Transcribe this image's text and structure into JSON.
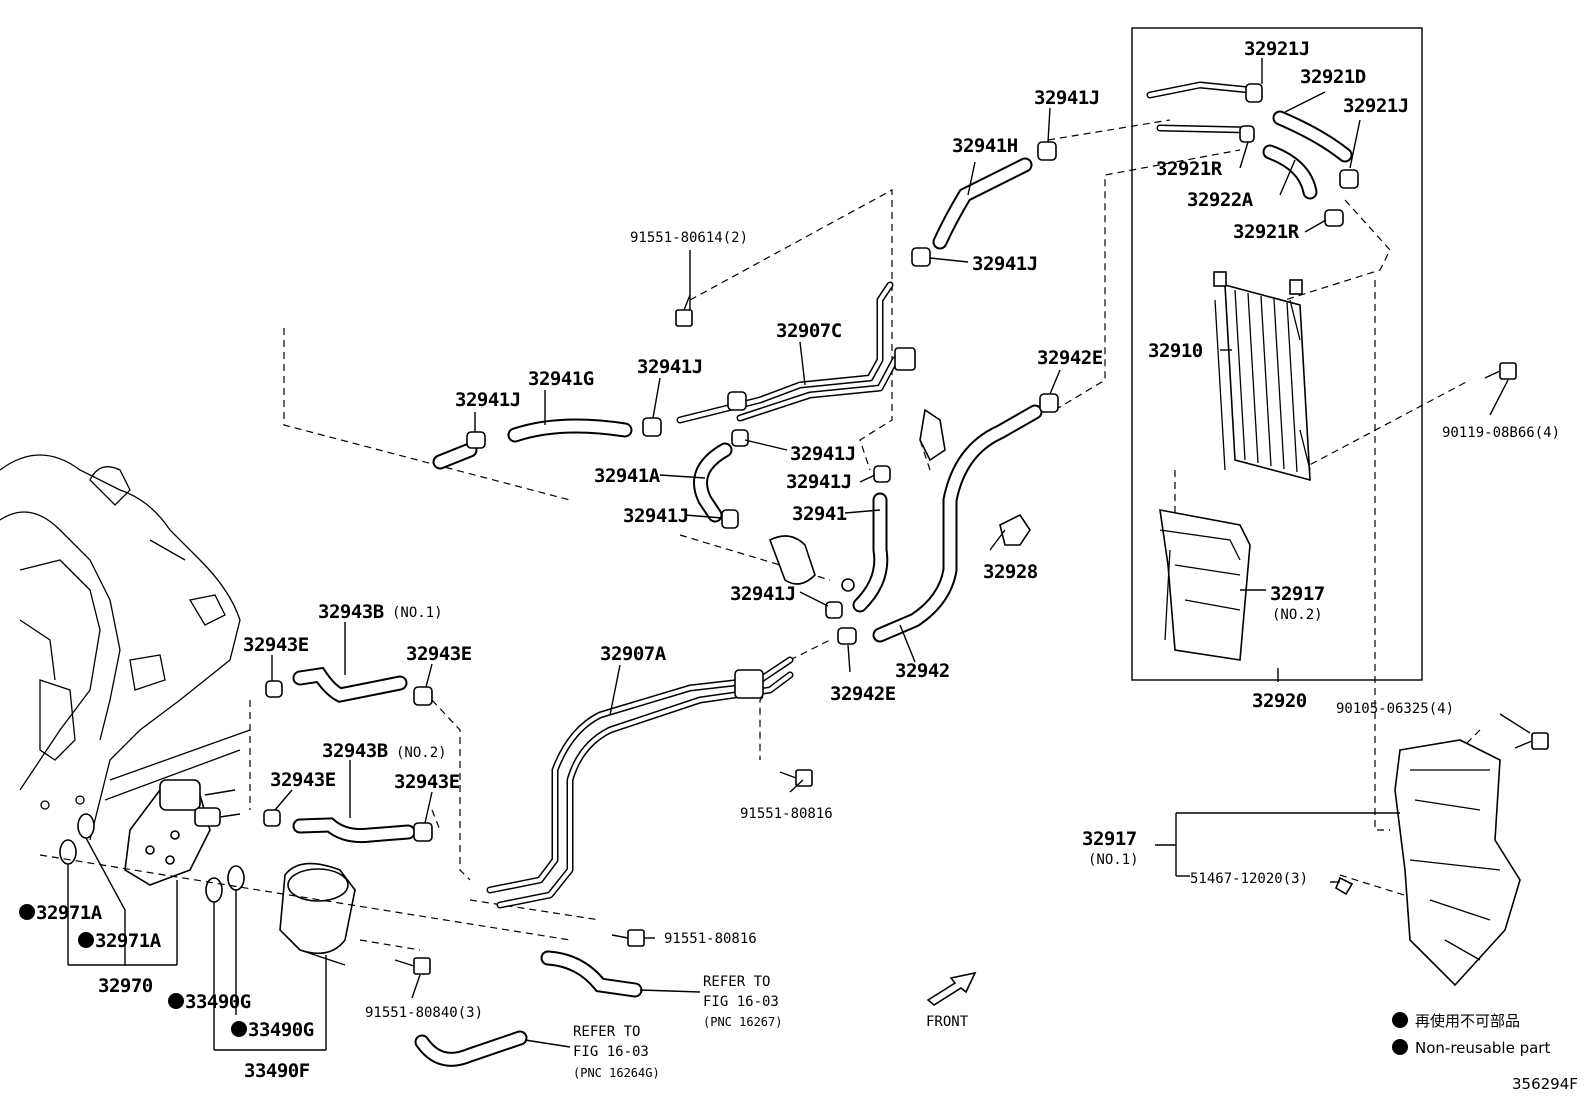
{
  "labels": {
    "p32921J_a": "32921J",
    "p32921D": "32921D",
    "p32921J_b": "32921J",
    "p32921R_a": "32921R",
    "p32922A": "32922A",
    "p32921R_b": "32921R",
    "p32941J_top": "32941J",
    "p32941H": "32941H",
    "p32941J_mid": "32941J",
    "bolt_91551_80614": "91551-80614(2)",
    "p32907C": "32907C",
    "p32941J_c": "32941J",
    "p32941G": "32941G",
    "p32941J_d": "32941J",
    "p32942E_top": "32942E",
    "p32910": "32910",
    "bolt_90119": "90119-08B66(4)",
    "p32941J_e": "32941J",
    "p32941A": "32941A",
    "p32941J_f": "32941J",
    "p32941J_g": "32941J",
    "p32941": "32941",
    "p32928": "32928",
    "p32917_no2": "32917",
    "p32917_no2_sub": "(NO.2)",
    "p32941J_h": "32941J",
    "p32943B_no1": "32943B",
    "p32943B_no1_sub": "(NO.1)",
    "p32943E_a": "32943E",
    "p32943E_b": "32943E",
    "p32907A": "32907A",
    "p32942": "32942",
    "p32942E_bot": "32942E",
    "p32920": "32920",
    "bolt_90105": "90105-06325(4)",
    "p32943B_no2": "32943B",
    "p32943B_no2_sub": "(NO.2)",
    "p32943E_c": "32943E",
    "p32943E_d": "32943E",
    "bolt_91551_80816_a": "91551-80816",
    "p32917_no1": "32917",
    "p32917_no1_sub": "(NO.1)",
    "clip_51467": "51467-12020(3)",
    "p32971A_a": "32971A",
    "p32971A_b": "32971A",
    "bolt_91551_80816_b": "91551-80816",
    "p32970": "32970",
    "p33490G_a": "33490G",
    "p33490G_b": "33490G",
    "bolt_91551_80840": "91551-80840(3)",
    "p33490F": "33490F",
    "refer1_a": "REFER TO",
    "refer1_b": "FIG 16-03",
    "refer1_c": "(PNC 16267)",
    "refer2_a": "REFER TO",
    "refer2_b": "FIG 16-03",
    "refer2_c": "(PNC 16264G)",
    "front": "FRONT"
  },
  "legend": {
    "jp": "再使用不可部品",
    "en": "Non-reusable part"
  },
  "figure_id": "356294F"
}
